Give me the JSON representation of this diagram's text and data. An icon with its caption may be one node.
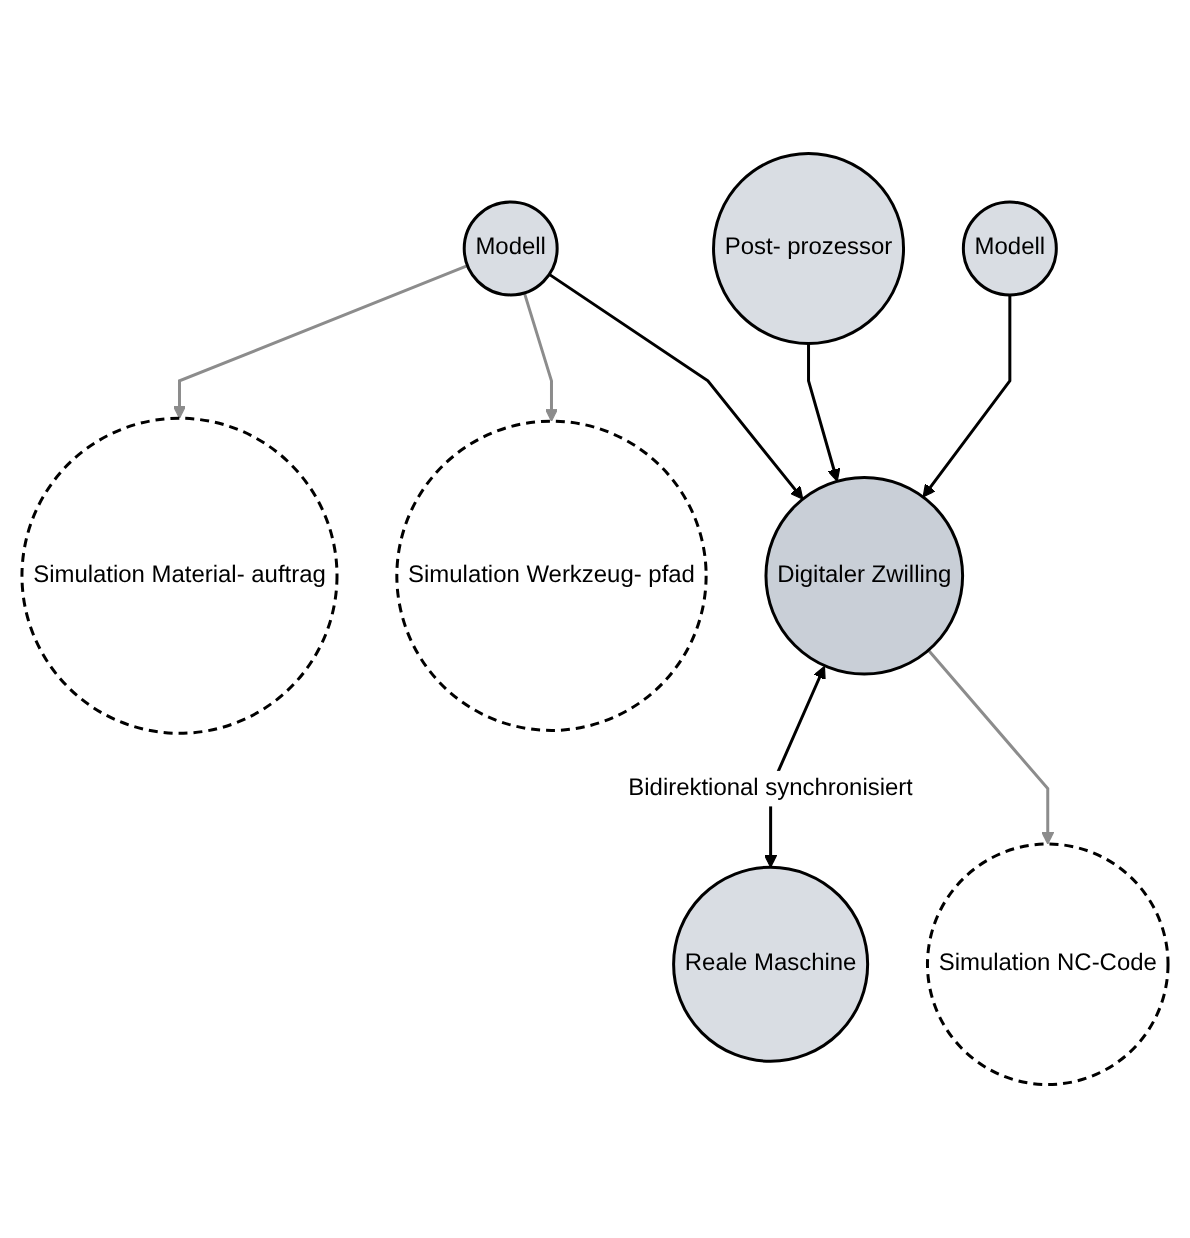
{
  "diagram": {
    "nodes": [
      {
        "text": [
          "Simulation Material- auftrag"
        ]
      },
      {
        "text": [
          "Simulation Werkzeug- pfad"
        ]
      },
      {
        "text": [
          "Modell"
        ]
      },
      {
        "text": [
          "Digitaler Zwilling"
        ]
      },
      {
        "text": [
          "Reale Maschine"
        ]
      },
      {
        "text": [
          "Post- prozessor"
        ]
      },
      {
        "text": [
          "Modell"
        ]
      },
      {
        "text": [
          "Simulation NC-Code"
        ]
      }
    ],
    "edges": [
      {
        "from": 2,
        "to": 0,
        "arrow": "to",
        "color": "#8c8c8c"
      },
      {
        "from": 2,
        "to": 1,
        "arrow": "to",
        "color": "#8c8c8c"
      },
      {
        "from": 2,
        "to": 3,
        "arrow": "to"
      },
      {
        "from": 3,
        "to": 4,
        "arrow": "both",
        "label": "Bidirektional synchronisiert"
      },
      {
        "from": 5,
        "to": 3,
        "arrow": "to"
      },
      {
        "from": 6,
        "to": 3,
        "arrow": "to"
      },
      {
        "from": 3,
        "to": 7,
        "arrow": "to",
        "color": "#8c8c8c"
      }
    ]
  }
}
